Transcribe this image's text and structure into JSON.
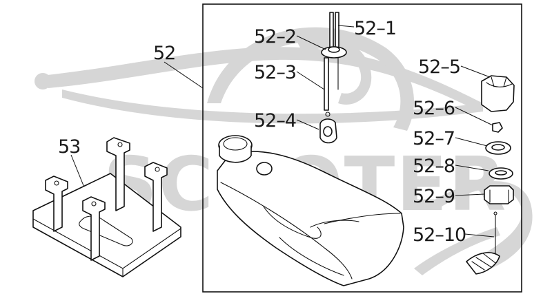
{
  "watermark": {
    "text": "SCOOTER",
    "color": "#d6d6d6"
  },
  "diagram": {
    "assembly_label": "52",
    "bracket_label": "53",
    "parts": [
      {
        "id": "p1",
        "label": "52–1"
      },
      {
        "id": "p2",
        "label": "52–2"
      },
      {
        "id": "p3",
        "label": "52–3"
      },
      {
        "id": "p4",
        "label": "52–4"
      },
      {
        "id": "p5",
        "label": "52–5"
      },
      {
        "id": "p6",
        "label": "52–6"
      },
      {
        "id": "p7",
        "label": "52–7"
      },
      {
        "id": "p8",
        "label": "52–8"
      },
      {
        "id": "p9",
        "label": "52–9"
      },
      {
        "id": "p10",
        "label": "52–10"
      }
    ]
  }
}
